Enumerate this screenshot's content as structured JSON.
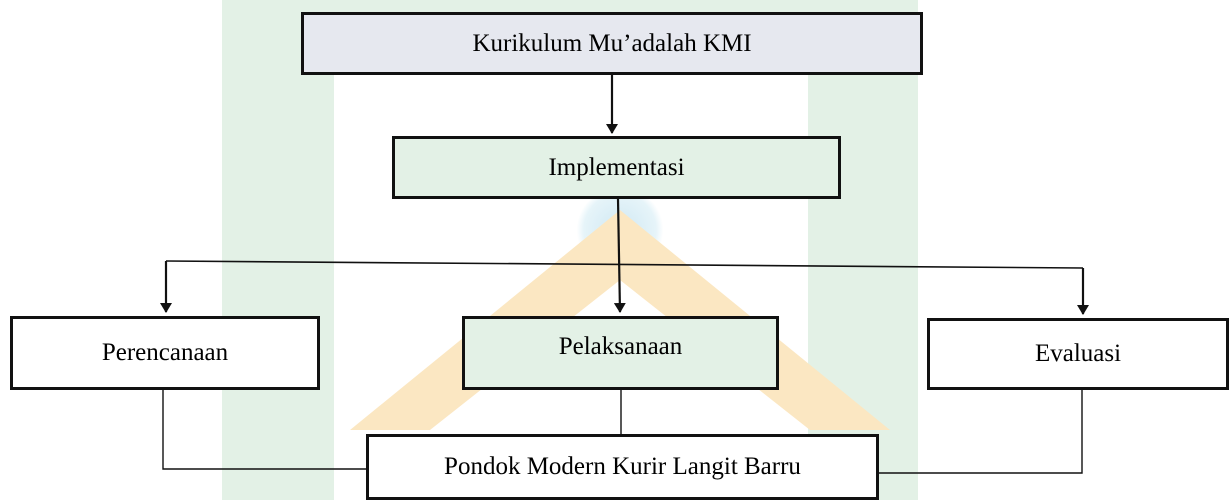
{
  "diagram": {
    "nodes": {
      "top": "Kurikulum Mu’adalah KMI",
      "implementation": "Implementasi",
      "planning": "Perencanaan",
      "execution": "Pelaksanaan",
      "evaluation": "Evaluasi",
      "institution": "Pondok Modern Kurir Langit Barru"
    },
    "edges": [
      {
        "from": "top",
        "to": "implementation",
        "arrow": true
      },
      {
        "from": "implementation",
        "to": "execution",
        "arrow": true
      },
      {
        "from": "branch",
        "to": "planning",
        "arrow": true
      },
      {
        "from": "branch",
        "to": "evaluation",
        "arrow": true
      },
      {
        "from": "planning",
        "to": "institution",
        "arrow": false
      },
      {
        "from": "execution",
        "to": "institution",
        "arrow": false
      },
      {
        "from": "evaluation",
        "to": "institution",
        "arrow": false
      }
    ]
  },
  "watermark": {
    "colors": {
      "green": "#e3f1e6",
      "red": "#f4c9c4",
      "yellow": "#fbe7c2",
      "blue": "#cfe8f3"
    }
  }
}
